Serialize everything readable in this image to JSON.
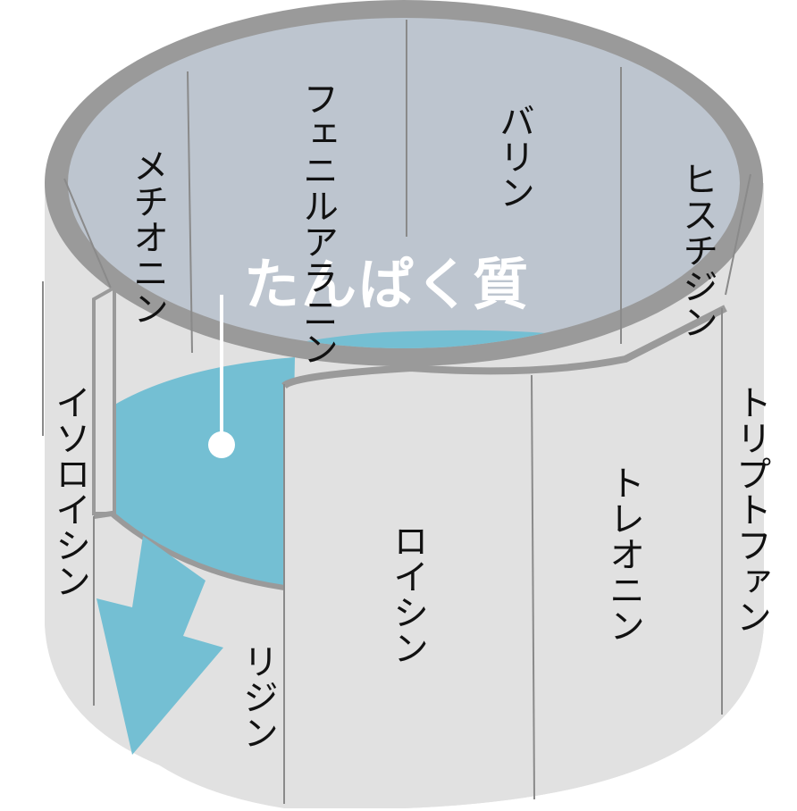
{
  "title": "たんぱく質",
  "amino_acids": {
    "inner_back": [
      "メチオニン",
      "フェニルアラニン",
      "バリン",
      "ヒスチジン"
    ],
    "outer_front": [
      "イソロイシン",
      "リジン",
      "ロイシン",
      "トレオニン",
      "トリプトファン"
    ]
  },
  "colors": {
    "inner_wall": "#bdc5cf",
    "outer_wall": "#e1e1e1",
    "rim": "#9a9a9a",
    "liquid": "#74bfd3",
    "stave_line": "#8a8a8a",
    "title_text": "#ffffff",
    "label_text": "#111111"
  }
}
